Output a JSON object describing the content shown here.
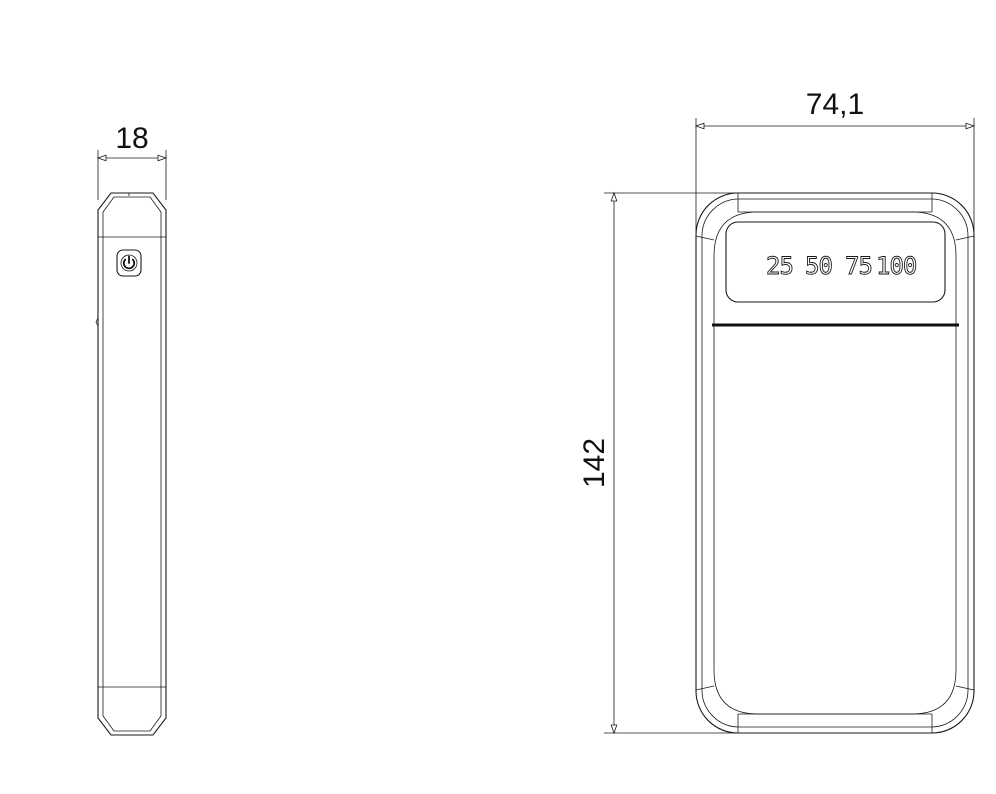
{
  "dimensions": {
    "side_width": "18",
    "front_width": "74,1",
    "front_height": "142"
  },
  "display": {
    "levels": [
      "25",
      "50",
      "75",
      "100"
    ]
  },
  "side_view": {
    "button_icon": "power-icon"
  }
}
